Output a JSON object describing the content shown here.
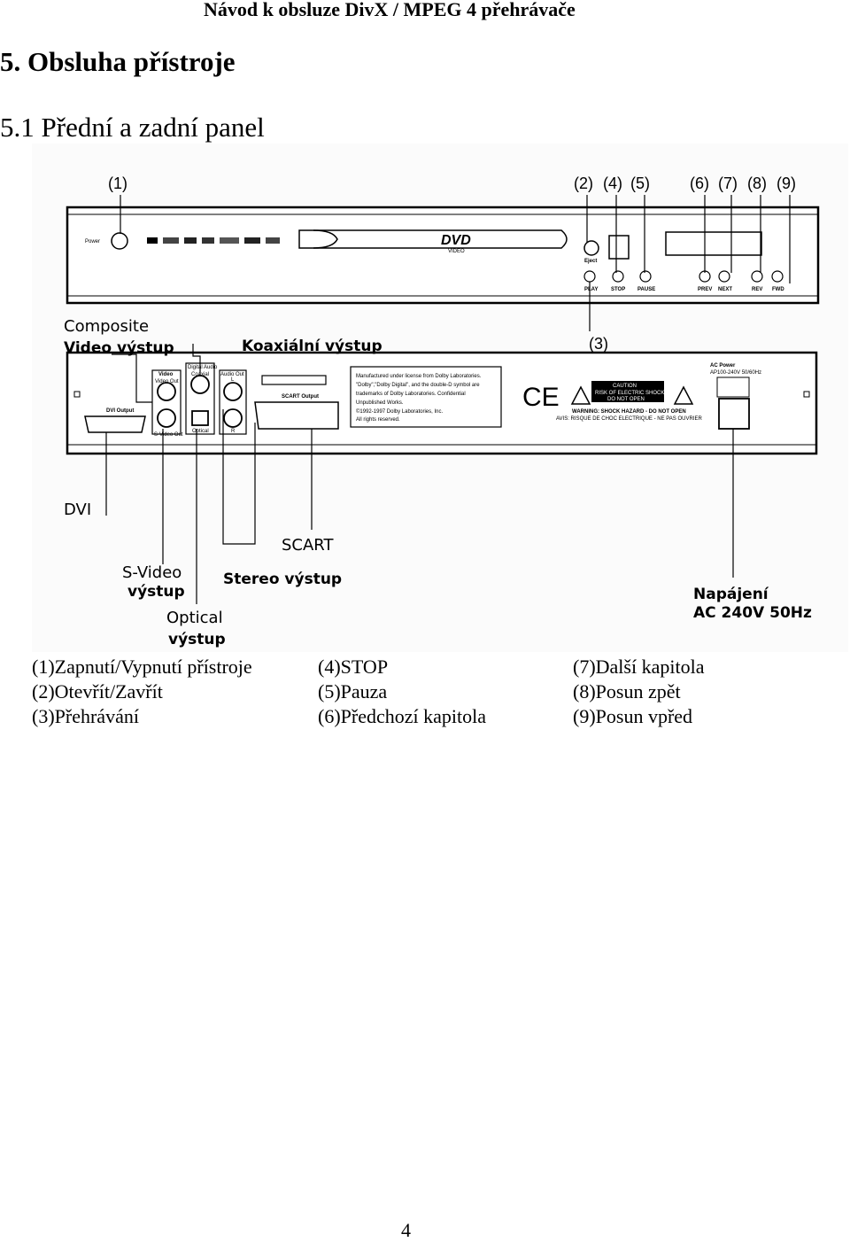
{
  "header": {
    "title": "Návod k obsluze DivX / MPEG 4 přehrávače"
  },
  "section": {
    "title": "5. Obsluha přístroje"
  },
  "subsection": {
    "title": "5.1 Přední a zadní panel"
  },
  "figure": {
    "callouts": [
      "(1)",
      "(2)",
      "(4)",
      "(5)",
      "(6)",
      "(7)",
      "(8)",
      "(9)",
      "(3)"
    ],
    "front_panel": {
      "power_label": "Power",
      "eject_label": "Eject",
      "logo_text": "DVD",
      "logo_sub": "VIDEO",
      "buttons": [
        "PLAY",
        "STOP",
        "PAUSE",
        "PREV",
        "NEXT",
        "REV",
        "FWD"
      ]
    },
    "rear_panel": {
      "labels": {
        "video": "Video",
        "video_out": "Video Out",
        "svideo_out": "S-Video Out",
        "digital_audio": "Digital Audio",
        "coaxial": "Coaxial",
        "optical": "Optical",
        "audio_out": "Audio Out",
        "audio_l": "L",
        "audio_r": "R",
        "dvi_output": "DVI Output",
        "scart_output": "SCART Output",
        "ac_power": "AC Power",
        "ac_power_spec": "AP100-240V 50/60Hz"
      },
      "dolby_lines": [
        "Manufactured under license from Dolby Laboratories.",
        "\"Dolby\",\"Dolby Digital\", and the double-D symbol are",
        "trademarks of Dolby Laboratories. Confidential",
        "Unpublished Works.",
        "©1992-1997 Dolby Laboratories, Inc.",
        "All rights reserved."
      ],
      "ce_mark": "CE",
      "caution": {
        "title": "CAUTION",
        "line1": "RISK OF ELECTRIC SHOCK",
        "line2": "DO NOT OPEN",
        "warning1": "WARNING: SHOCK HAZARD - DO NOT OPEN",
        "warning2": "AVIS: RISQUE DE CHOC ELECTRIQUE - NE PAS OUVRIER"
      }
    },
    "annotations": {
      "composite_line1": "Composite",
      "composite_line2": "Video výstup",
      "coaxial": "Koaxiální výstup",
      "dvi": "DVI",
      "scart": "SCART",
      "svideo_line1": "S-Video",
      "svideo_line2": "výstup",
      "stereo": "Stereo výstup",
      "optical_line1": "Optical",
      "optical_line2": "výstup",
      "power_line1": "Napájení",
      "power_line2": "AC 240V 50Hz"
    }
  },
  "legend": {
    "columns": [
      [
        "(1)Zapnutí/Vypnutí přístroje",
        "(2)Otevřít/Zavřít",
        "(3)Přehrávání"
      ],
      [
        "(4)STOP",
        "(5)Pauza",
        "(6)Předchozí kapitola"
      ],
      [
        "(7)Další kapitola",
        "(8)Posun zpět",
        "(9)Posun vpřed"
      ]
    ]
  },
  "page_number": "4"
}
